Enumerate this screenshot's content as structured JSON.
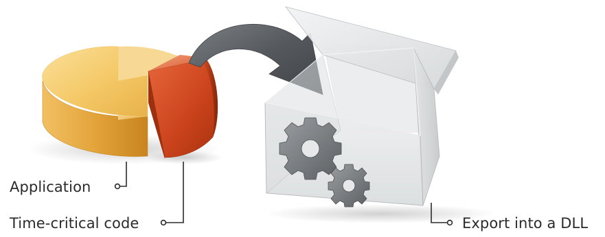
{
  "labels": {
    "application": "Application",
    "time_critical_code": "Time-critical code",
    "export_into_dll": "Export into a DLL"
  },
  "icons": {
    "pie": "pie-chart-icon",
    "slice": "pie-slice-icon",
    "arrow": "curved-arrow-icon",
    "box": "open-box-icon",
    "gears": "gears-icon"
  },
  "colors": {
    "pie_top": "#f4c866",
    "pie_side": "#e09d2a",
    "slice_front": "#c9421b",
    "slice_side": "#8e2a0d",
    "arrow": "#5a6064",
    "box_glass": "#d8dadb",
    "gear": "#6f7376",
    "connector": "#2a2a2a"
  }
}
